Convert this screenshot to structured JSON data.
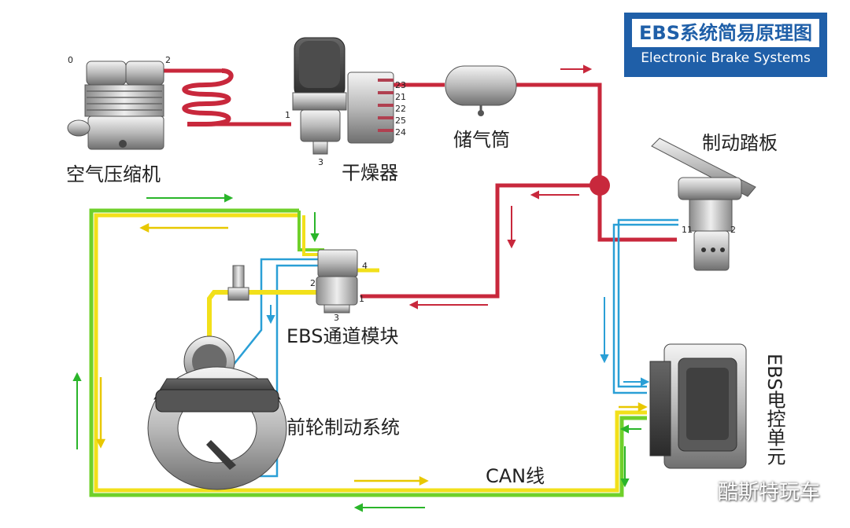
{
  "title": {
    "main": "EBS系统简易原理图",
    "sub": "Electronic Brake Systems"
  },
  "components": {
    "compressor": "空气压缩机",
    "dryer": "干燥器",
    "reservoir": "储气筒",
    "pedal": "制动踏板",
    "channel_module": "EBS通道模块",
    "front_brake": "前轮制动系统",
    "can_line": "CAN线",
    "ecu": "EBS电控单元"
  },
  "port_numbers": {
    "compressor_in": "0",
    "compressor_out": "2",
    "dryer_in": "1",
    "dryer_bottom": "3",
    "dryer_ports": [
      "23",
      "21",
      "22",
      "25",
      "24"
    ],
    "pedal_left": "11",
    "pedal_right": "2",
    "module_top": "4",
    "module_left": "2",
    "module_right": "1",
    "module_bottom": "3"
  },
  "watermark": "酷斯特玩车",
  "colors": {
    "air_line": "#c8283c",
    "signal_line": "#2a9fd6",
    "can_yellow": "#f2e01a",
    "can_green": "#6fd02a",
    "arrow_green": "#2ab52a",
    "title_blue": "#1f5fa8"
  }
}
